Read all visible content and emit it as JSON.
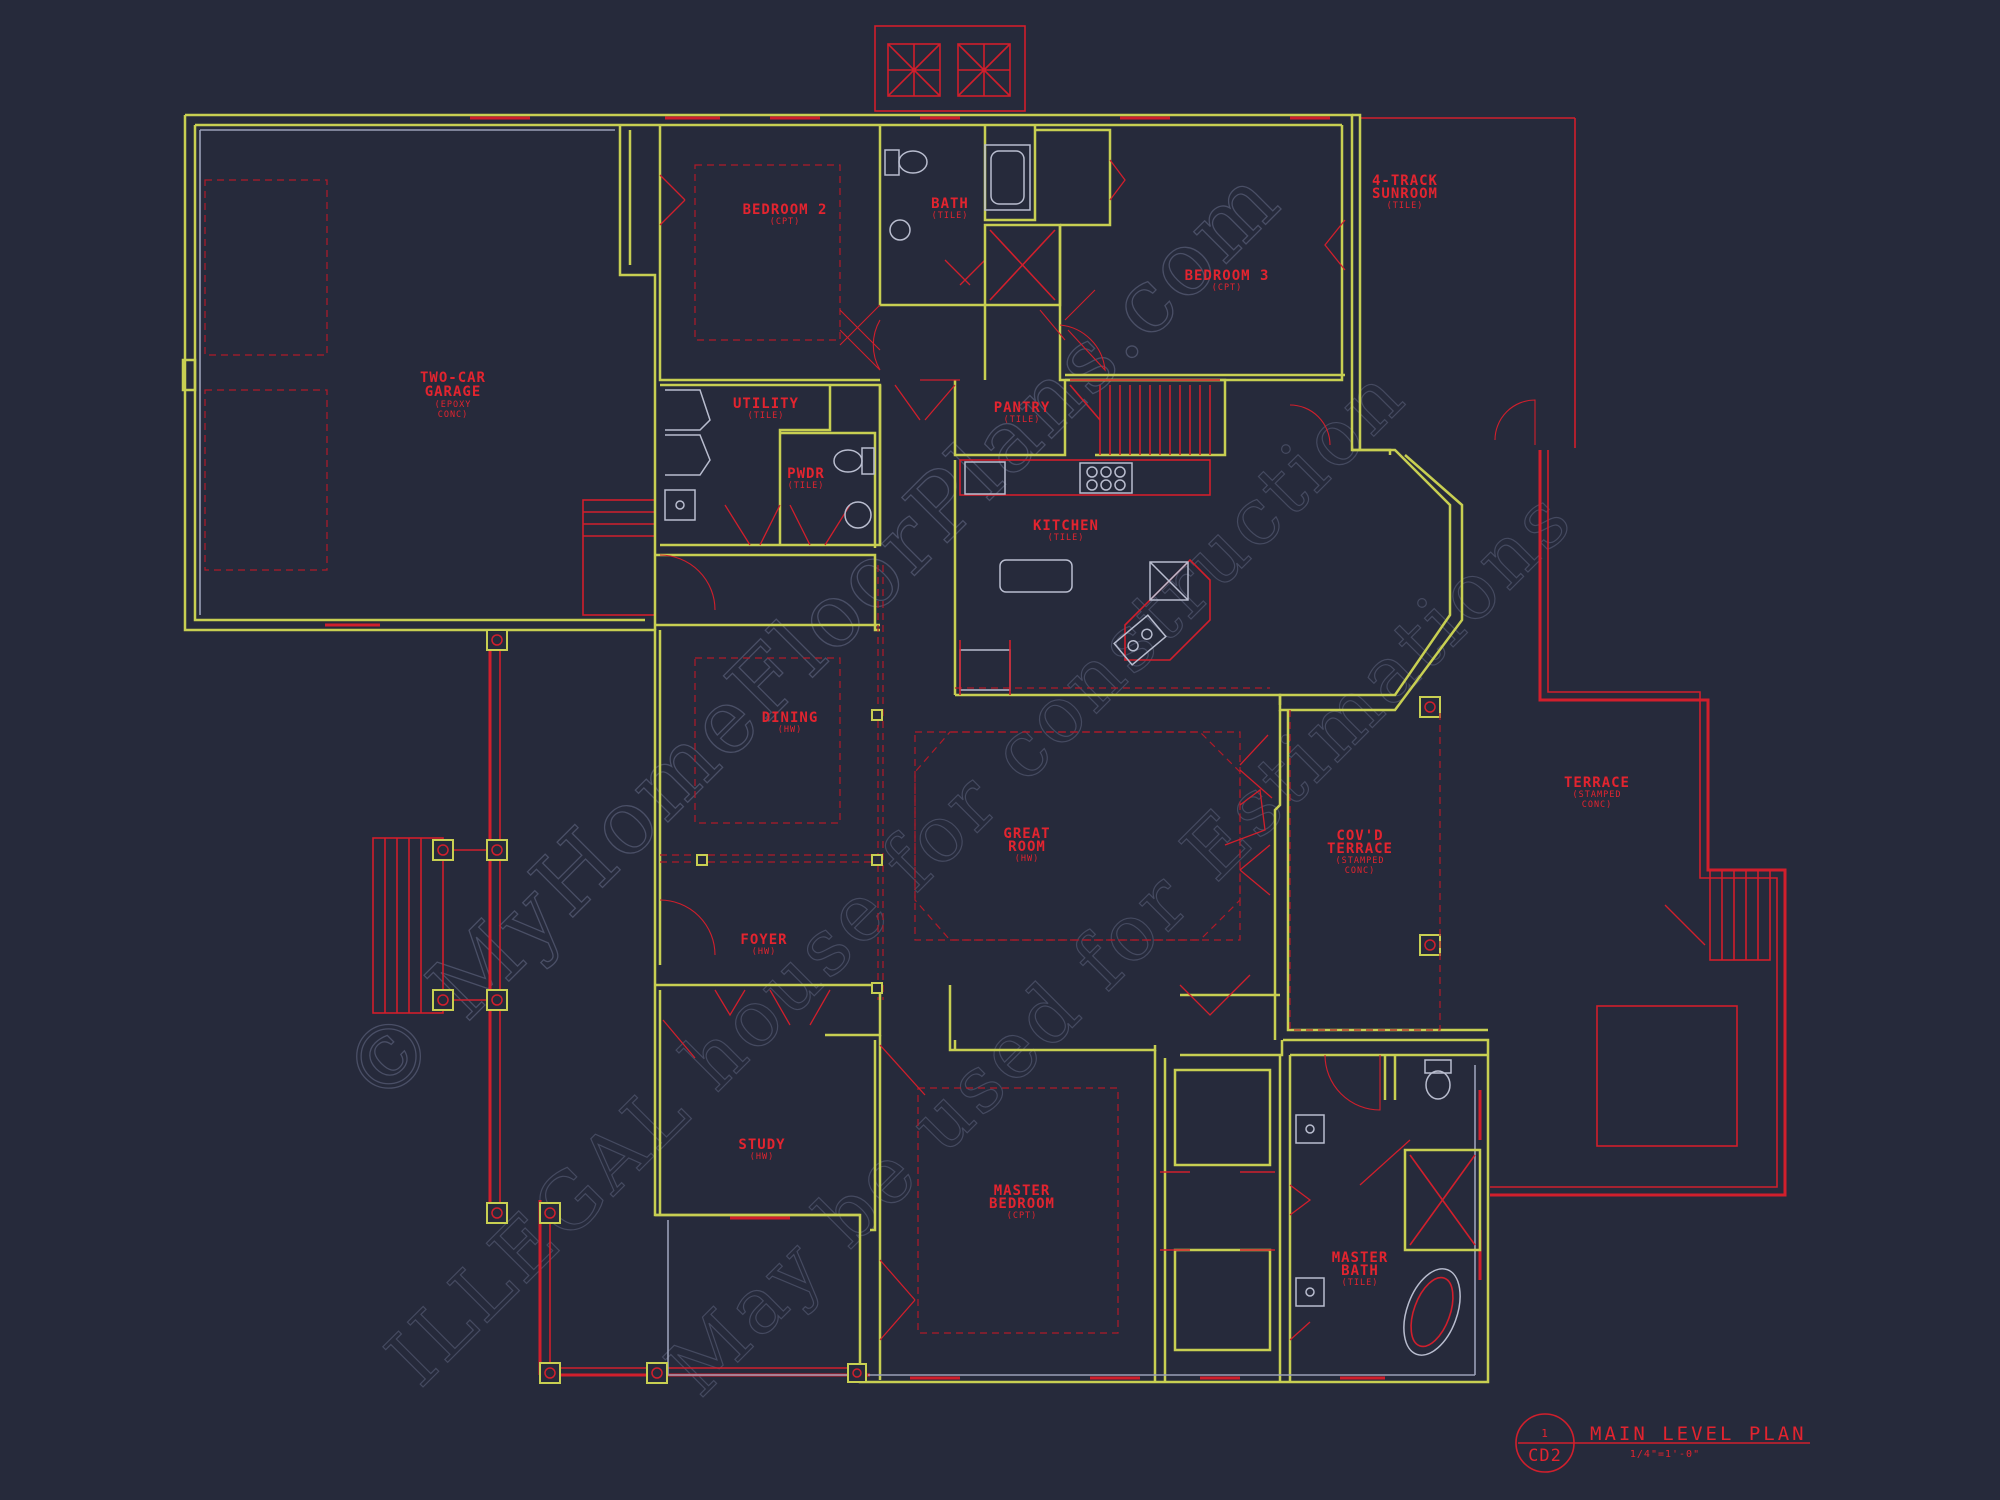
{
  "rooms": {
    "garage": {
      "name": "TWO-CAR",
      "name2": "GARAGE",
      "finish": "(EPOXY",
      "finish2": "CONC)"
    },
    "bedroom2": {
      "name": "BEDROOM 2",
      "finish": "(CPT)"
    },
    "bath": {
      "name": "BATH",
      "finish": "(TILE)"
    },
    "bedroom3": {
      "name": "BEDROOM 3",
      "finish": "(CPT)"
    },
    "sunroom": {
      "name": "4-TRACK",
      "name2": "SUNROOM",
      "finish": "(TILE)"
    },
    "utility": {
      "name": "UTILITY",
      "finish": "(TILE)"
    },
    "pantry": {
      "name": "PANTRY",
      "finish": "(TILE)"
    },
    "powder": {
      "name": "PWDR",
      "finish": "(TILE)"
    },
    "kitchen": {
      "name": "KITCHEN",
      "finish": "(TILE)"
    },
    "dining": {
      "name": "DINING",
      "finish": "(HW)"
    },
    "great_room": {
      "name": "GREAT",
      "name2": "ROOM",
      "finish": "(HW)"
    },
    "covd_terrace": {
      "name": "COV'D",
      "name2": "TERRACE",
      "finish": "(STAMPED",
      "finish2": "CONC)"
    },
    "terrace": {
      "name": "TERRACE",
      "finish": "(STAMPED",
      "finish2": "CONC)"
    },
    "foyer": {
      "name": "FOYER",
      "finish": "(HW)"
    },
    "study": {
      "name": "STUDY",
      "finish": "(HW)"
    },
    "master_bedroom": {
      "name": "MASTER",
      "name2": "BEDROOM",
      "finish": "(CPT)"
    },
    "master_bath": {
      "name": "MASTER",
      "name2": "BATH",
      "finish": "(TILE)"
    }
  },
  "title_block": {
    "title": "MAIN LEVEL PLAN",
    "scale": "1/4\"=1'-0\"",
    "sheet_number": "1",
    "sheet_id": "CD2"
  },
  "watermark": {
    "line1": "© MyHomeFloorPlans.com",
    "line2": "ILLEGAL house for construction",
    "line3": "May be used for Estimations"
  },
  "colors": {
    "background": "#262a3b",
    "wall": "#c8cf52",
    "annotation": "#d11f2c"
  }
}
